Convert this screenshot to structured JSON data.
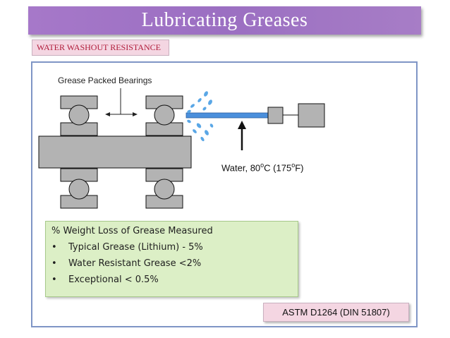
{
  "title": "Lubricating Greases",
  "section_label": "WATER WASHOUT RESISTANCE",
  "diagram": {
    "bearing_caption": "Grease Packed Bearings",
    "water_label_prefix": "Water, 80",
    "water_label_deg1": "o",
    "water_label_mid": "C (175",
    "water_label_deg2": "o",
    "water_label_suffix": "F)"
  },
  "results": {
    "heading": "% Weight Loss of Grease Measured",
    "items": [
      "Typical Grease (Lithium)  - 5%",
      "Water Resistant Grease  <2%",
      "Exceptional < 0.5%"
    ]
  },
  "standard": "ASTM D1264 (DIN 51807)",
  "colors": {
    "title_bar": "#a678c9",
    "label_fill": "#f4d6e2",
    "label_text": "#b01c3a",
    "frame": "#7f95c5",
    "info_fill": "#dcefc6",
    "water_jet": "#4a8fdc",
    "part_fill": "#b3b3b3"
  }
}
